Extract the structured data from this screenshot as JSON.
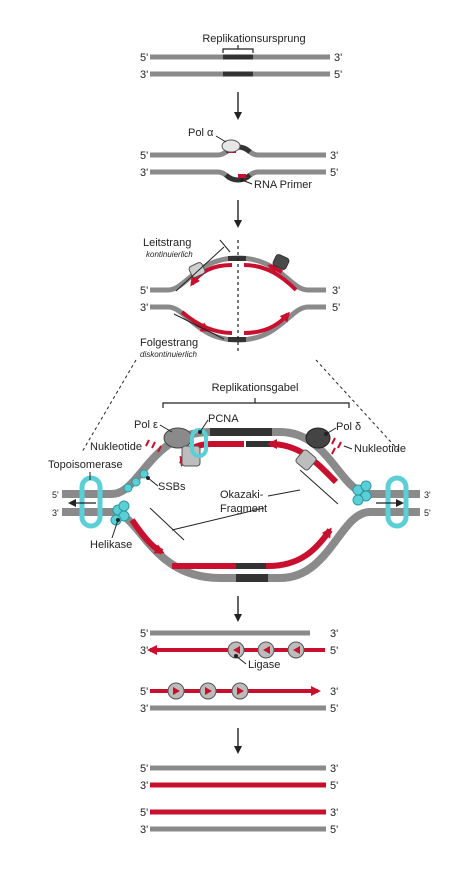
{
  "colors": {
    "strand_gray": "#8a8a8a",
    "strand_red": "#c8102e",
    "dark": "#333333",
    "cyan": "#5ccfd6",
    "ligase_gray": "#bcbcbc"
  },
  "ends": {
    "five": "5'",
    "three": "3'"
  },
  "step1": {
    "origin_label": "Replikationsursprung"
  },
  "step2": {
    "pol_alpha": "Pol α",
    "rna_primer": "RNA Primer"
  },
  "step3": {
    "leading": "Leitstrang",
    "leading_sub": "kontinuierlich",
    "lagging": "Folgestrang",
    "lagging_sub": "diskontinuierlich"
  },
  "step4": {
    "fork": "Replikationsgabel",
    "pol_epsilon": "Pol ε",
    "pcna": "PCNA",
    "pol_delta": "Pol δ",
    "nucleotides_left": "Nukleotide",
    "nucleotides_right": "Nukleotide",
    "topoisomerase": "Topoisomerase",
    "ssbs": "SSBs",
    "okazaki_line1": "Okazaki-",
    "okazaki_line2": "Fragment",
    "helicase": "Helikase"
  },
  "step5": {
    "ligase": "Ligase"
  },
  "icons": [
    "arrow-down-icon",
    "polymerase-icon",
    "helicase-icon",
    "topoisomerase-icon",
    "ligase-icon"
  ]
}
